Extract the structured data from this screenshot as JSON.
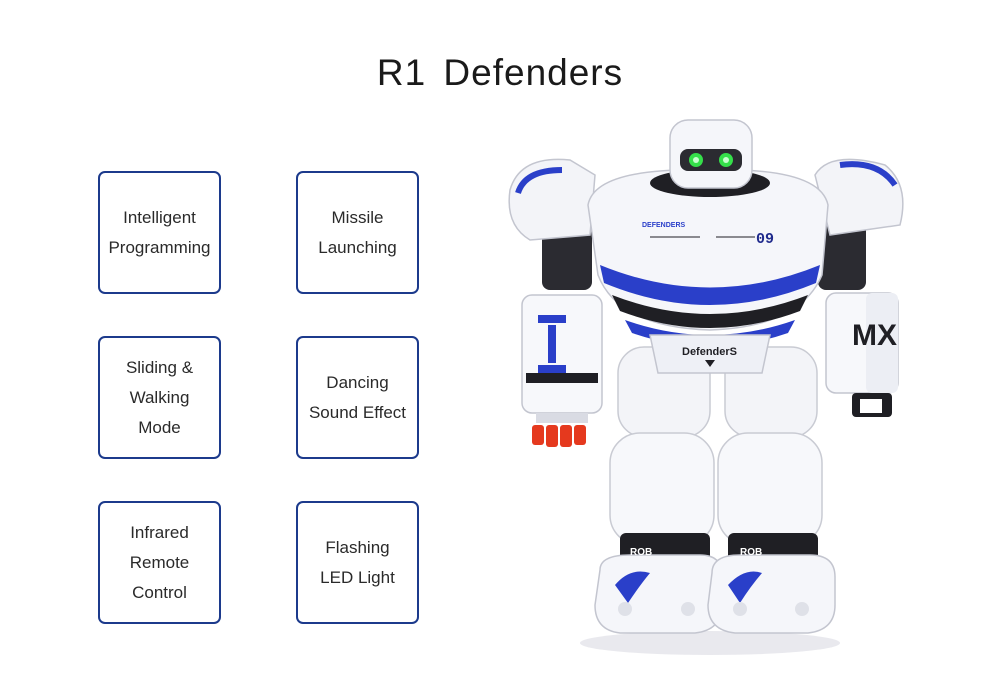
{
  "title": "R1  Defenders",
  "features": [
    {
      "label": "Intelligent\nProgramming"
    },
    {
      "label": "Missile\nLaunching"
    },
    {
      "label": "Sliding &\nWalking\nMode"
    },
    {
      "label": "Dancing\nSound Effect"
    },
    {
      "label": "Infrared\nRemote\nControl"
    },
    {
      "label": "Flashing\nLED Light"
    }
  ],
  "robot": {
    "chest_brand": "DEFENDERS",
    "chest_number": "09",
    "belt_text": "DefenderS",
    "arm_text": "MX",
    "foot_left_text": "ROB",
    "foot_right_text": "ROB"
  },
  "colors": {
    "border": "#1c3a8c",
    "accent_blue": "#2a3fc9",
    "eye_green": "#35e04a",
    "missile_red": "#e5391e"
  }
}
